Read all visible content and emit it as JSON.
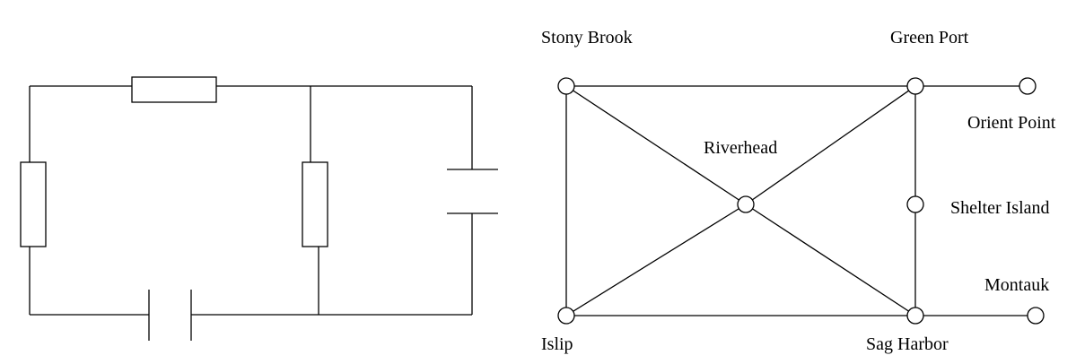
{
  "graph": {
    "nodes": [
      {
        "id": "stony_brook",
        "label": "Stony Brook"
      },
      {
        "id": "green_port",
        "label": "Green Port"
      },
      {
        "id": "orient_point",
        "label": "Orient Point"
      },
      {
        "id": "riverhead",
        "label": "Riverhead"
      },
      {
        "id": "shelter_island",
        "label": "Shelter Island"
      },
      {
        "id": "montauk",
        "label": "Montauk"
      },
      {
        "id": "islip",
        "label": "Islip"
      },
      {
        "id": "sag_harbor",
        "label": "Sag Harbor"
      }
    ],
    "edges": [
      [
        "stony_brook",
        "green_port"
      ],
      [
        "stony_brook",
        "islip"
      ],
      [
        "stony_brook",
        "riverhead"
      ],
      [
        "riverhead",
        "sag_harbor"
      ],
      [
        "islip",
        "riverhead"
      ],
      [
        "riverhead",
        "green_port"
      ],
      [
        "islip",
        "sag_harbor"
      ],
      [
        "green_port",
        "orient_point"
      ],
      [
        "green_port",
        "shelter_island"
      ],
      [
        "shelter_island",
        "sag_harbor"
      ],
      [
        "sag_harbor",
        "montauk"
      ]
    ]
  },
  "circuit": {
    "components": [
      {
        "id": "resistor-top",
        "type": "resistor"
      },
      {
        "id": "resistor-left",
        "type": "resistor"
      },
      {
        "id": "resistor-middle",
        "type": "resistor"
      },
      {
        "id": "capacitor-right",
        "type": "capacitor"
      },
      {
        "id": "capacitor-bottom",
        "type": "capacitor"
      }
    ]
  }
}
